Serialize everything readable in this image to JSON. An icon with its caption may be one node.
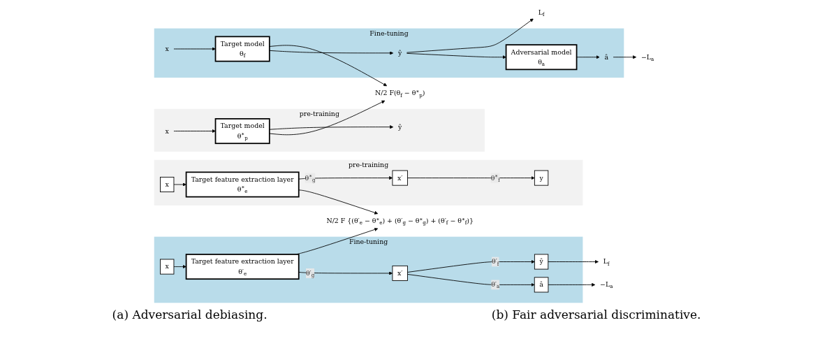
{
  "diagram": {
    "nodes": [
      {
        "text": [
          "pre-training"
        ]
      },
      {
        "text": [
          "x"
        ],
        "in": 0
      },
      {
        "text": [
          "Target model",
          "θ$^{∗}$$_{p}$"
        ],
        "in": 0
      },
      {
        "text": [
          "ŷ"
        ],
        "in": 0
      },
      {
        "text": [
          "N/2 F(θ$_{f}$ − θ$^{∗}$$_{p}$)"
        ]
      },
      {
        "text": [
          "L$_{f}$"
        ]
      },
      {
        "text": [
          "−L$_{a}$"
        ]
      },
      {
        "text": [
          "Fine-tuning"
        ]
      },
      {
        "text": [
          "x"
        ],
        "in": 7
      },
      {
        "text": [
          "Target model",
          "θ$_{f}$"
        ],
        "in": 7
      },
      {
        "text": [
          "ŷ"
        ],
        "in": 7
      },
      {
        "text": [
          "Adversarial model",
          "θ$_{a}$"
        ],
        "in": 7
      },
      {
        "text": [
          "â"
        ],
        "in": 7
      },
      {
        "text": [
          "pre-training"
        ]
      },
      {
        "text": [
          "x"
        ],
        "in": 13
      },
      {
        "text": [
          "Target feature extraction layer",
          "θ$^{∗}$$_{e}$"
        ],
        "in": 13
      },
      {
        "text": [
          "x′"
        ],
        "in": 13
      },
      {
        "text": [
          "y"
        ],
        "in": 13
      },
      {
        "text": [
          "N/2 F {(θ′$_{e}$ − θ$^{∗}$$_{e}$) + (θ′$_{g}$ − θ$^{∗}$$_{g}$) + (θ′$_{f}$ − θ$^{∗}$$_{f}$)}"
        ]
      },
      {
        "text": [
          "L$_{f}$"
        ]
      },
      {
        "text": [
          "−L$_{a}$"
        ]
      },
      {
        "text": [
          "Fine-tuning"
        ]
      },
      {
        "text": [
          "x"
        ],
        "in": 21
      },
      {
        "text": [
          "Target feature extraction layer",
          "θ′$_{e}$"
        ],
        "in": 21
      },
      {
        "text": [
          "x′"
        ],
        "in": 21
      },
      {
        "text": [
          "ŷ"
        ],
        "in": 21
      },
      {
        "text": [
          "â"
        ],
        "in": 21
      }
    ],
    "edges": [
      {
        "from": 1,
        "to": 2,
        "arrow": "to"
      },
      {
        "from": 2,
        "to": 3,
        "arrow": "to"
      },
      {
        "from": 2,
        "to": 4,
        "arrow": "to"
      },
      {
        "from": 9,
        "to": 4,
        "arrow": "to"
      },
      {
        "from": 8,
        "to": 9,
        "arrow": "to"
      },
      {
        "from": 9,
        "to": 10,
        "arrow": "to"
      },
      {
        "from": 10,
        "to": 5,
        "arrow": "to"
      },
      {
        "from": 10,
        "to": 11,
        "arrow": "to"
      },
      {
        "from": 11,
        "to": 12,
        "arrow": "to"
      },
      {
        "from": 12,
        "to": 6,
        "arrow": "to"
      },
      {
        "from": 14,
        "to": 15,
        "arrow": "to"
      },
      {
        "from": 15,
        "to": 16,
        "arrow": "to",
        "label": "θ$^{∗}$$_{g}$"
      },
      {
        "from": 16,
        "to": 17,
        "arrow": "to",
        "label": "θ$^{∗}$$_{f}$"
      },
      {
        "from": 15,
        "to": 18,
        "arrow": "to"
      },
      {
        "from": 23,
        "to": 18,
        "arrow": "to"
      },
      {
        "from": 22,
        "to": 23,
        "arrow": "to"
      },
      {
        "from": 23,
        "to": 24,
        "arrow": "to",
        "label": "θ′$_{g}$"
      },
      {
        "from": 24,
        "to": 25,
        "arrow": "to",
        "label": "θ′$_{f}$"
      },
      {
        "from": 24,
        "to": 26,
        "arrow": "to",
        "label": "θ′$_{a}$"
      },
      {
        "from": 25,
        "to": 19,
        "arrow": "to"
      },
      {
        "from": 26,
        "to": 20,
        "arrow": "to"
      }
    ],
    "labels": [
      "(a) Adversarial debiasing.",
      "(b) Fair adversarial discriminative."
    ]
  }
}
